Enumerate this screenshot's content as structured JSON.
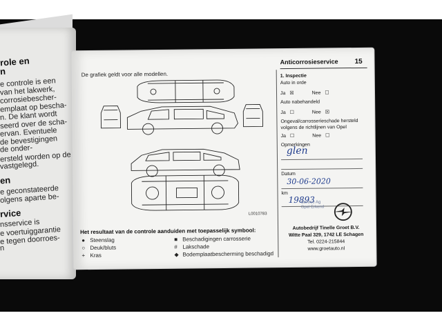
{
  "left_page": {
    "lines": [
      "role en",
      "n",
      "e controle is een",
      "van het lakwerk,",
      "corrosiebescher-",
      "emplaat op bescha-",
      "n. De klant wordt",
      "seerd over de scha-",
      "ervan. Eventuele",
      "de bevestigingen",
      "de onder-",
      "ersteld worden op de",
      "vastgelegd.",
      "en",
      "e geconstateerde",
      "olgens aparte be-",
      "rvice",
      "nsservice is",
      "e voertuiggarantie",
      "e tegen doorroes-",
      "n"
    ]
  },
  "page": {
    "header_title": "Anticorrosieservice",
    "page_number": "15",
    "intro": "De grafiek geldt voor alle modellen.",
    "diagram_ref": "L0010783",
    "form": {
      "section": "1. Inspectie",
      "auto_in_orde": "Auto in orde",
      "ja": "Ja",
      "nee": "Nee",
      "box_empty": "☐",
      "box_checked": "☒",
      "auto_nabehandeld": "Auto nabehandeld",
      "ongeval_l1": "Ongeval/carrosserieschade hersteld",
      "ongeval_l2": "volgens de richtlijnen van Opel",
      "opmerkingen": "Opmerkingen",
      "opmerkingen_hw": "glen",
      "datum": "Datum",
      "datum_hw": "30-06-2020",
      "km": "km",
      "km_hw": "19893"
    },
    "legend": {
      "title": "Het resultaat van de controle aanduiden met toepasselijk symbool:",
      "items": [
        {
          "symbol": "●",
          "label": "Steenslag"
        },
        {
          "symbol": "○",
          "label": "Deuk/bluts"
        },
        {
          "symbol": "+",
          "label": "Kras"
        },
        {
          "symbol": "■",
          "label": "Beschadigingen carrosserie"
        },
        {
          "symbol": "#",
          "label": "Lakschade"
        },
        {
          "symbol": "◆",
          "label": "Bodemplaatbescherming beschadigd"
        }
      ]
    },
    "dealer": {
      "name": "Autobedrijf Tinelle Groet B.V.",
      "address": "Witte Paal 329, 1742 LE Schagen",
      "phone": "Tel. 0224-215844",
      "web": "www.groetauto.nl",
      "stamp_l1": "Service Ag",
      "stamp_l2": "Opel Erkend"
    }
  },
  "colors": {
    "ink_blue": "#1d3a8c",
    "background": "#0a0a0a"
  }
}
